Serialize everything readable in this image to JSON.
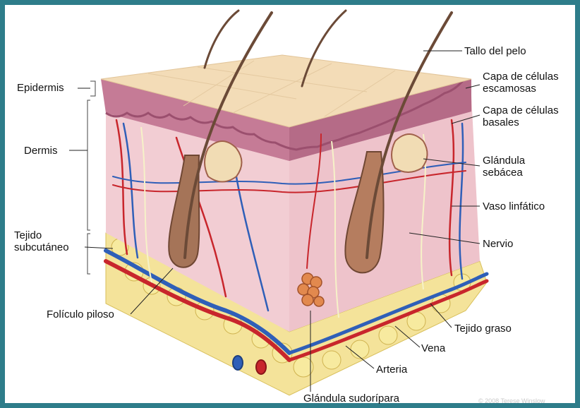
{
  "labels": {
    "epidermis": "Epidermis",
    "dermis": "Dermis",
    "subcutaneo": "Tejido\nsubcutáneo",
    "foliculo": "Folículo piloso",
    "tallo": "Tallo del pelo",
    "escamosas": "Capa de células\nescamosas",
    "basales": "Capa de células\nbasales",
    "sebacea": "Glándula\nsebácea",
    "linfatico": "Vaso linfático",
    "nervio": "Nervio",
    "graso": "Tejido graso",
    "vena": "Vena",
    "arteria": "Arteria",
    "sudoripara": "Glándula sudorípara"
  },
  "credit": "© 2008 Terese Winslow",
  "colors": {
    "frame": "#2e7d8a",
    "epidermis_top": "#f3dcb7",
    "epidermis_layer": "#c57b96",
    "dermis": "#f0c8cf",
    "fat": "#f4e39a",
    "artery": "#c8262c",
    "vein": "#2f5fb8",
    "follicle": "#8a5a44",
    "hair": "#6b4a37"
  }
}
